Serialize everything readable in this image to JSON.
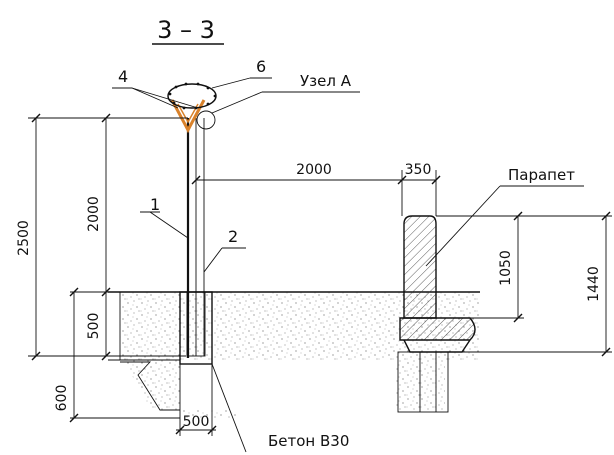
{
  "section_title": "3 – 3",
  "callouts": {
    "c1": "1",
    "c2": "2",
    "c4": "4",
    "c6": "6",
    "node": "Узел А",
    "parapet": "Парапет",
    "concrete": "Бетон B30"
  },
  "dimensions": {
    "d2500": "2500",
    "d2000_vert": "2000",
    "d500_vert": "500",
    "d600": "600",
    "d2000_horiz": "2000",
    "d350": "350",
    "d1050": "1050",
    "d1440": "1440",
    "d500_horiz": "500"
  },
  "colors": {
    "line": "#111111",
    "bracket": "#d9822b",
    "concrete_dots": "#666666",
    "hatch": "#333333"
  }
}
